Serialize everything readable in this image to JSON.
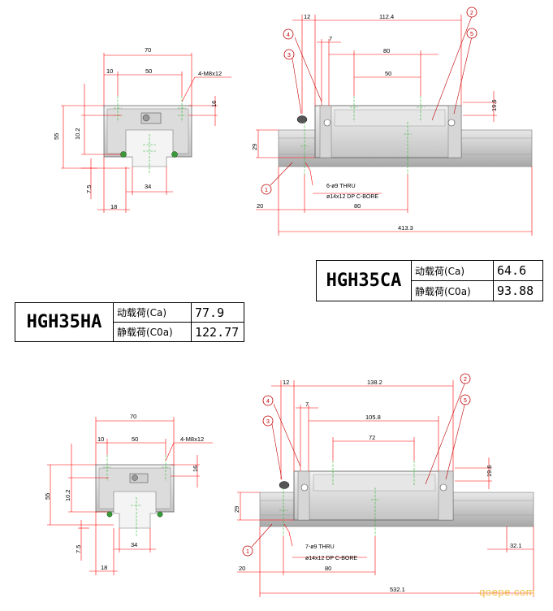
{
  "ca": {
    "model": "HGH35CA",
    "dyn_label": "动载荷(Ca)",
    "dyn_value": "64.6",
    "sta_label": "静载荷(C0a)",
    "sta_value": "93.88",
    "end": {
      "w70": "70",
      "w10": "10",
      "w50": "50",
      "screw": "4-M8x12",
      "h55": "55",
      "h102": "10.2",
      "h16": "16",
      "h75": "7.5",
      "w34": "34",
      "w18": "18"
    },
    "side": {
      "d12": "12",
      "d1124": "112.4",
      "d7": "7",
      "d80": "80",
      "d50": "50",
      "d196": "19.6",
      "d29": "29",
      "d20": "20",
      "d80b": "80",
      "d4133": "413.3",
      "thru": "6-ø9 THRU",
      "cbore": "ø14x12 DP C-BORE",
      "b1": "1",
      "b2": "2",
      "b3": "3",
      "b4": "4",
      "b5": "5"
    }
  },
  "ha": {
    "model": "HGH35HA",
    "dyn_label": "动载荷(Ca)",
    "dyn_value": "77.9",
    "sta_label": "静载荷(C0a)",
    "sta_value": "122.77",
    "end": {
      "w70": "70",
      "w10": "10",
      "w50": "50",
      "screw": "4-M8x12",
      "h55": "55",
      "h102": "10.2",
      "h16": "16",
      "h75": "7.5",
      "w34": "34",
      "w18": "18"
    },
    "side": {
      "d12": "12",
      "d1382": "138.2",
      "d7": "7",
      "d1058": "105.8",
      "d72": "72",
      "d196": "19.6",
      "d29": "29",
      "d321": "32.1",
      "d20": "20",
      "d80": "80",
      "d5321": "532.1",
      "thru": "7-ø9 THRU",
      "cbore": "ø14x12 DP C-BORE",
      "b1": "1",
      "b2": "2",
      "b3": "3",
      "b4": "4",
      "b5": "5"
    }
  },
  "watermark": "qoepe.com",
  "colors": {
    "dim": "#ff0000",
    "body": "#cfcfcf",
    "center": "#3ab83a",
    "rail": "#bfbfbf",
    "balloon": "#c00000"
  }
}
